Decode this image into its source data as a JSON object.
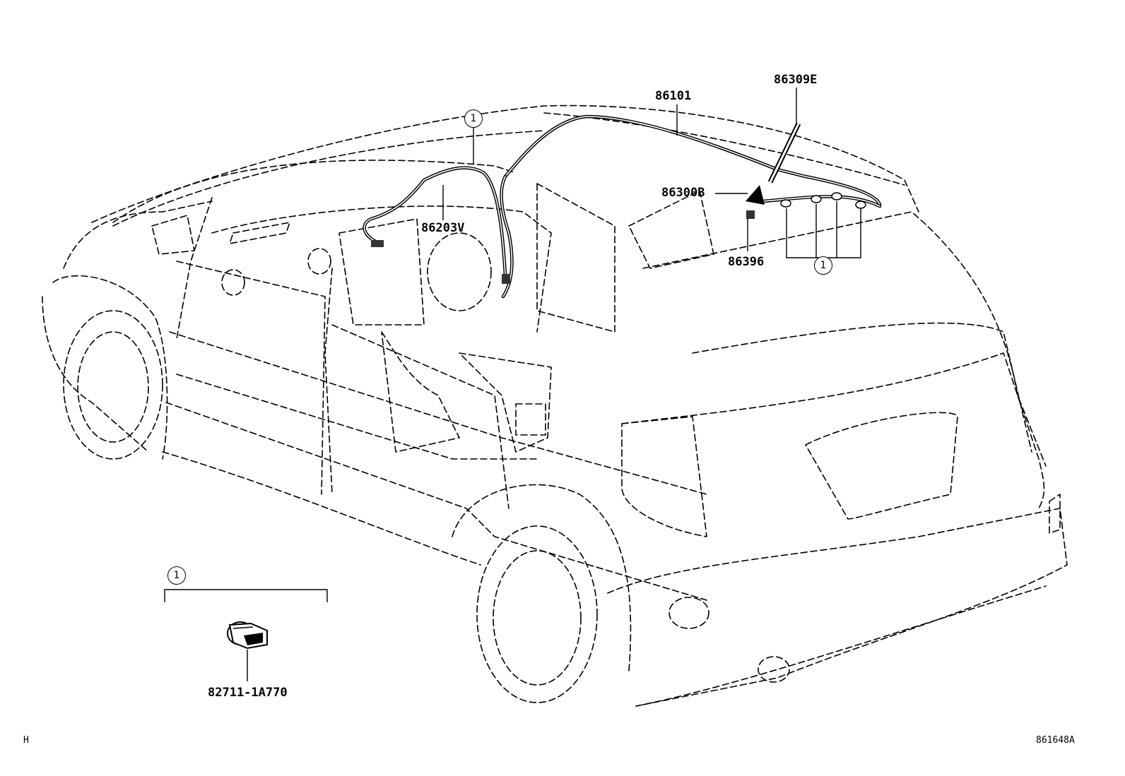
{
  "labels": {
    "p86101": "86101",
    "p86309E": "86309E",
    "p86300B": "86300B",
    "p86203V": "86203V",
    "p86396": "86396",
    "p82711": "82711-1A770"
  },
  "callout": "1",
  "footer": {
    "left": "H",
    "right": "861648A"
  }
}
